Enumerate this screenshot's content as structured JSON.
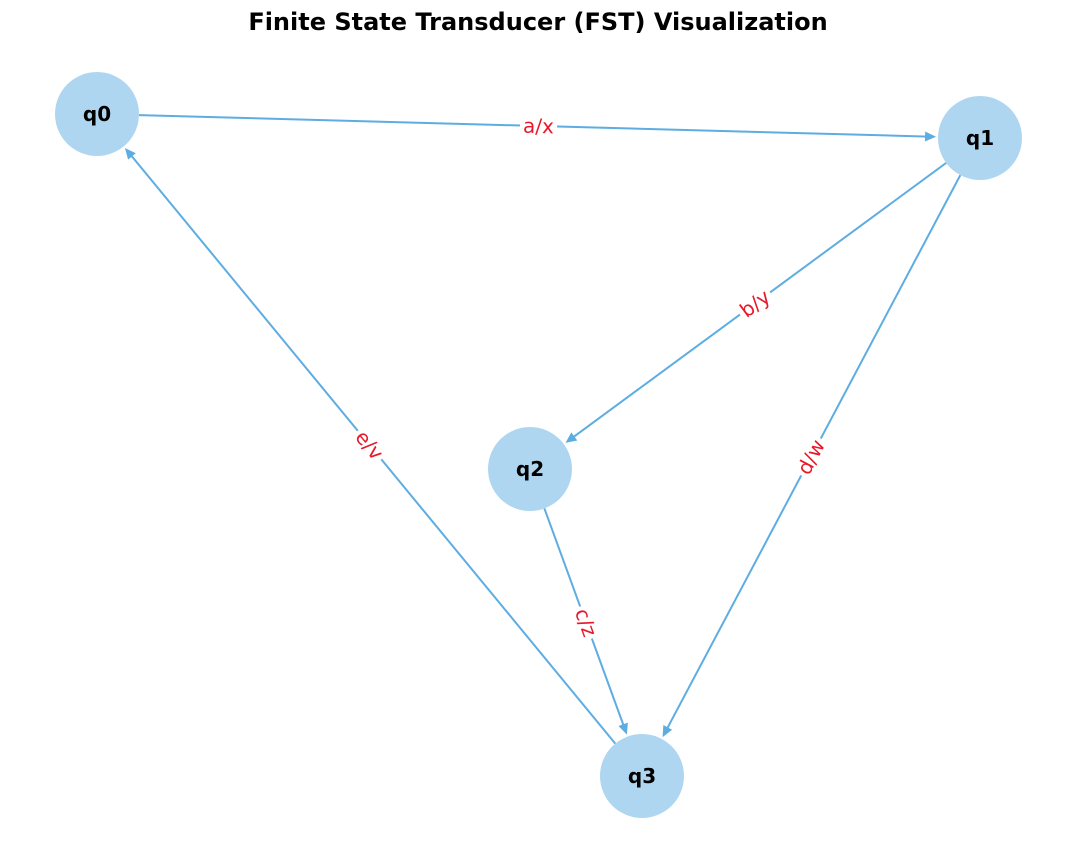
{
  "title": "Finite State Transducer (FST) Visualization",
  "colors": {
    "node_fill": "#afd6f0",
    "edge": "#5dade2",
    "edge_label": "#e8182a",
    "label_bg": "#ffffff"
  },
  "nodes": [
    {
      "id": "q0",
      "label": "q0"
    },
    {
      "id": "q1",
      "label": "q1"
    },
    {
      "id": "q2",
      "label": "q2"
    },
    {
      "id": "q3",
      "label": "q3"
    }
  ],
  "edges": [
    {
      "from": "q0",
      "to": "q1",
      "label": "a/x"
    },
    {
      "from": "q1",
      "to": "q2",
      "label": "b/y"
    },
    {
      "from": "q2",
      "to": "q3",
      "label": "c/z"
    },
    {
      "from": "q1",
      "to": "q3",
      "label": "d/w"
    },
    {
      "from": "q3",
      "to": "q0",
      "label": "e/v"
    }
  ]
}
